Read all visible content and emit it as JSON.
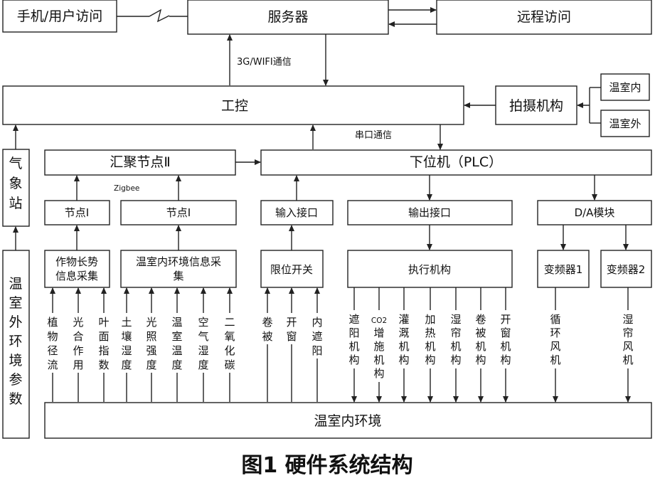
{
  "top": {
    "phone_access": "手机/用户访问",
    "server": "服务器",
    "remote_access": "远程访问",
    "link_label": "3G/WIFI通信"
  },
  "control": {
    "industrial_pc": "工控",
    "serial_label": "串口通信",
    "camera_unit": "拍摄机构",
    "cam_inside": "温室内",
    "cam_outside": "温室外"
  },
  "weather_station": "气象站",
  "outdoor_params": "温室外环境参数",
  "sink_node": "汇聚节点Ⅱ",
  "zigbee_label": "Zigbee",
  "plc": "下位机（PLC）",
  "nodes": {
    "node_left": "节点Ⅰ",
    "node_right": "节点Ⅰ"
  },
  "interfaces": {
    "input": "输入接口",
    "output": "输出接口",
    "da": "D/A模块"
  },
  "collectors": {
    "crop_growth": "作物长势信息采集",
    "env_info": "温室内环境信息采集",
    "limit_switch": "限位开关",
    "actuators": "执行机构",
    "inverter1": "变频器1",
    "inverter2": "变频器2"
  },
  "sensors": {
    "crop": [
      "植物径流",
      "光合作用",
      "叶面指数"
    ],
    "env": [
      "土壤湿度",
      "光照强度",
      "温室温度",
      "空气湿度",
      "二氧化碳"
    ],
    "limit": [
      "卷被",
      "开窗",
      "内遮阳"
    ]
  },
  "actuator_items": [
    "遮阳机构",
    "CO2增施机构",
    "灌溉机构",
    "加热机构",
    "湿帘机构",
    "卷被机构",
    "开窗机构"
  ],
  "inverter_items": [
    "循环风机",
    "湿帘风机"
  ],
  "indoor_env": "温室内环境",
  "caption": "图1  硬件系统结构"
}
